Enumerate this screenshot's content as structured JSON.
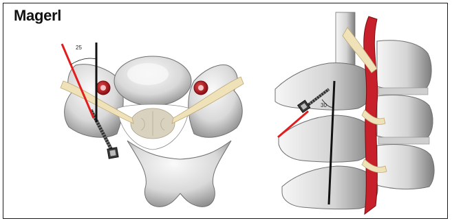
{
  "title": "Magerl",
  "axial_view": {
    "angle_label": "25"
  },
  "lateral_view": {
    "angle_label": "30"
  },
  "colors": {
    "bone": "#e4e4e4",
    "bone_shadow": "#9a9a9a",
    "cord": "#dcd6c4",
    "nerve": "#efe2b8",
    "artery": "#c8202a",
    "screw_trajectory": "#e11d1d",
    "reference_line": "#111111"
  }
}
